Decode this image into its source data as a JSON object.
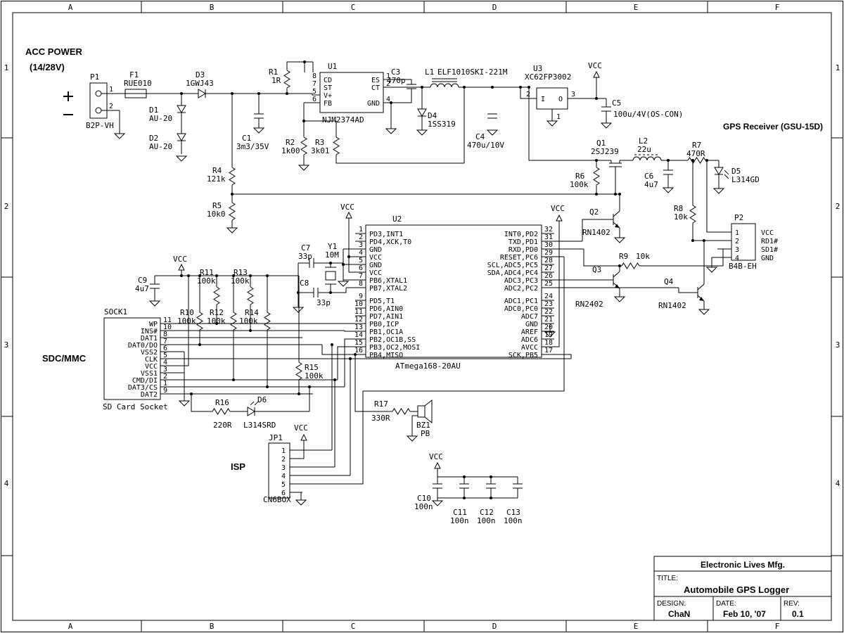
{
  "frame": {
    "letters": [
      "A",
      "B",
      "C",
      "D",
      "E",
      "F"
    ],
    "numbers": [
      "1",
      "2",
      "3",
      "4"
    ]
  },
  "labels": {
    "acc_power": "ACC POWER",
    "acc_power_sub": "(14/28V)",
    "gps_receiver": "GPS Receiver (GSU-15D)",
    "sd_mmc": "SDC/MMC",
    "isp": "ISP"
  },
  "power": {
    "vcc": "VCC"
  },
  "parts": {
    "P1": {
      "ref": "P1",
      "val": "B2P-VH",
      "pin1": "1",
      "pin2": "2"
    },
    "F1": {
      "ref": "F1",
      "val": "RUE010"
    },
    "D1": {
      "ref": "D1",
      "val": "AU-20"
    },
    "D2": {
      "ref": "D2",
      "val": "AU-20"
    },
    "D3": {
      "ref": "D3",
      "val": "1GWJ43"
    },
    "D4": {
      "ref": "D4",
      "val": "1SS319"
    },
    "D5": {
      "ref": "D5",
      "val": "L314GD"
    },
    "D6": {
      "ref": "D6",
      "val": "L314SRD"
    },
    "C1": {
      "ref": "C1",
      "val": "3m3/35V"
    },
    "C3": {
      "ref": "C3",
      "val": "470p"
    },
    "C4": {
      "ref": "C4",
      "val": "470u/10V"
    },
    "C5": {
      "ref": "C5",
      "val": "100u/4V(OS-CON)"
    },
    "C6": {
      "ref": "C6",
      "val": "4u7"
    },
    "C7": {
      "ref": "C7",
      "val": "33p"
    },
    "C8": {
      "ref": "C8",
      "val": "33p"
    },
    "C9": {
      "ref": "C9",
      "val": "4u7"
    },
    "C10": {
      "ref": "C10",
      "val": "100n"
    },
    "C11": {
      "ref": "C11",
      "val": "100n"
    },
    "C12": {
      "ref": "C12",
      "val": "100n"
    },
    "C13": {
      "ref": "C13",
      "val": "100n"
    },
    "R1": {
      "ref": "R1",
      "val": "1R"
    },
    "R2": {
      "ref": "R2",
      "val": "1k00"
    },
    "R3": {
      "ref": "R3",
      "val": "3k01"
    },
    "R4": {
      "ref": "R4",
      "val": "121k"
    },
    "R5": {
      "ref": "R5",
      "val": "10k0"
    },
    "R6": {
      "ref": "R6",
      "val": "100k"
    },
    "R7": {
      "ref": "R7",
      "val": "470R"
    },
    "R8": {
      "ref": "R8",
      "val": "10k"
    },
    "R9": {
      "ref": "R9",
      "val": "10k"
    },
    "R10": {
      "ref": "R10",
      "val": "100k"
    },
    "R11": {
      "ref": "R11",
      "val": "100k"
    },
    "R12": {
      "ref": "R12",
      "val": "100k"
    },
    "R13": {
      "ref": "R13",
      "val": "100k"
    },
    "R14": {
      "ref": "R14",
      "val": "100k"
    },
    "R15": {
      "ref": "R15",
      "val": "100k"
    },
    "R16": {
      "ref": "R16",
      "val": "220R"
    },
    "R17": {
      "ref": "R17",
      "val": "330R"
    },
    "L1": {
      "ref": "L1",
      "val": "ELF1010SKI-221M"
    },
    "L2": {
      "ref": "L2",
      "val": "22u"
    },
    "Q1": {
      "ref": "Q1",
      "val": "2SJ239"
    },
    "Q2": {
      "ref": "Q2",
      "val": "RN1402"
    },
    "Q3": {
      "ref": "Q3",
      "val": "RN2402"
    },
    "Q4": {
      "ref": "Q4",
      "val": "RN1402"
    },
    "Y1": {
      "ref": "Y1",
      "val": "10M"
    },
    "BZ1": {
      "ref": "BZ1",
      "val": "PB"
    }
  },
  "u1": {
    "ref": "U1",
    "part": "NJM2374AD",
    "left": [
      {
        "n": "8",
        "name": "CD"
      },
      {
        "n": "7",
        "name": "ST"
      },
      {
        "n": "5",
        "name": "V+"
      },
      {
        "n": "6",
        "name": "FB"
      }
    ],
    "right": [
      {
        "n": "1",
        "name": "ES"
      },
      {
        "n": "2",
        "name": "CT"
      },
      {
        "n": "4",
        "name": "GND"
      }
    ]
  },
  "u3": {
    "ref": "U3",
    "part": "XC62FP3002",
    "in": "I",
    "out": "O",
    "pin_in": "2",
    "pin_out": "3",
    "pin_gnd": "1"
  },
  "u2": {
    "ref": "U2",
    "part": "ATmega168-20AU",
    "left_top": [
      {
        "n": "1",
        "name": "PD3,INT1"
      },
      {
        "n": "2",
        "name": "PD4,XCK,T0"
      },
      {
        "n": "3",
        "name": "GND"
      },
      {
        "n": "4",
        "name": "VCC"
      },
      {
        "n": "5",
        "name": "GND"
      },
      {
        "n": "6",
        "name": "VCC"
      },
      {
        "n": "7",
        "name": "PB6,XTAL1"
      },
      {
        "n": "8",
        "name": "PB7,XTAL2"
      }
    ],
    "left_bottom": [
      {
        "n": "9",
        "name": "PD5,T1"
      },
      {
        "n": "10",
        "name": "PD6,AIN0"
      },
      {
        "n": "11",
        "name": "PD7,AIN1"
      },
      {
        "n": "12",
        "name": "PB0,ICP"
      },
      {
        "n": "13",
        "name": "PB1,OC1A"
      },
      {
        "n": "14",
        "name": "PB2,OC1B,SS"
      },
      {
        "n": "15",
        "name": "PB3,OC2,MOSI"
      },
      {
        "n": "16",
        "name": "PB4,MISO"
      }
    ],
    "right_top": [
      {
        "n": "32",
        "name": "INT0,PD2"
      },
      {
        "n": "31",
        "name": "TXD,PD1"
      },
      {
        "n": "30",
        "name": "RXD,PD0"
      },
      {
        "n": "29",
        "name": "RESET,PC6"
      },
      {
        "n": "28",
        "name": "SCL,ADC5,PC5"
      },
      {
        "n": "27",
        "name": "SDA,ADC4,PC4"
      },
      {
        "n": "26",
        "name": "ADC3,PC3"
      },
      {
        "n": "25",
        "name": "ADC2,PC2"
      }
    ],
    "right_bottom": [
      {
        "n": "24",
        "name": "ADC1,PC1"
      },
      {
        "n": "23",
        "name": "ADC0,PC0"
      },
      {
        "n": "22",
        "name": "ADC7"
      },
      {
        "n": "21",
        "name": "GND"
      },
      {
        "n": "20",
        "name": "AREF"
      },
      {
        "n": "19",
        "name": "ADC6"
      },
      {
        "n": "18",
        "name": "AVCC"
      },
      {
        "n": "17",
        "name": "SCK,PB5"
      }
    ]
  },
  "sock1": {
    "ref": "SOCK1",
    "caption": "SD Card Socket",
    "pins": [
      {
        "name": "WP",
        "n": "11"
      },
      {
        "name": "INS#",
        "n": "10"
      },
      {
        "name": "DAT1",
        "n": "8"
      },
      {
        "name": "DAT0/DO",
        "n": "7"
      },
      {
        "name": "VSS2",
        "n": "6"
      },
      {
        "name": "CLK",
        "n": "5"
      },
      {
        "name": "VCC",
        "n": "4"
      },
      {
        "name": "VSS1",
        "n": "3"
      },
      {
        "name": "CMD/DI",
        "n": "2"
      },
      {
        "name": "DAT3/CS",
        "n": "1"
      },
      {
        "name": "DAT2",
        "n": "9"
      }
    ]
  },
  "p2": {
    "ref": "P2",
    "part": "B4B-EH",
    "pins": [
      {
        "n": "1",
        "name": "VCC"
      },
      {
        "n": "2",
        "name": "RD1#"
      },
      {
        "n": "3",
        "name": "SD1#"
      },
      {
        "n": "4",
        "name": "GND"
      }
    ]
  },
  "jp1": {
    "ref": "JP1",
    "part": "CN6BOX",
    "pins": [
      "1",
      "2",
      "3",
      "4",
      "5",
      "6"
    ]
  },
  "title_block": {
    "company": "Electronic Lives Mfg.",
    "title_label": "TITLE:",
    "title": "Automobile GPS Logger",
    "design_label": "DESIGN:",
    "design": "ChaN",
    "date_label": "DATE:",
    "date": "Feb 10, '07",
    "rev_label": "REV:",
    "rev": "0.1"
  }
}
